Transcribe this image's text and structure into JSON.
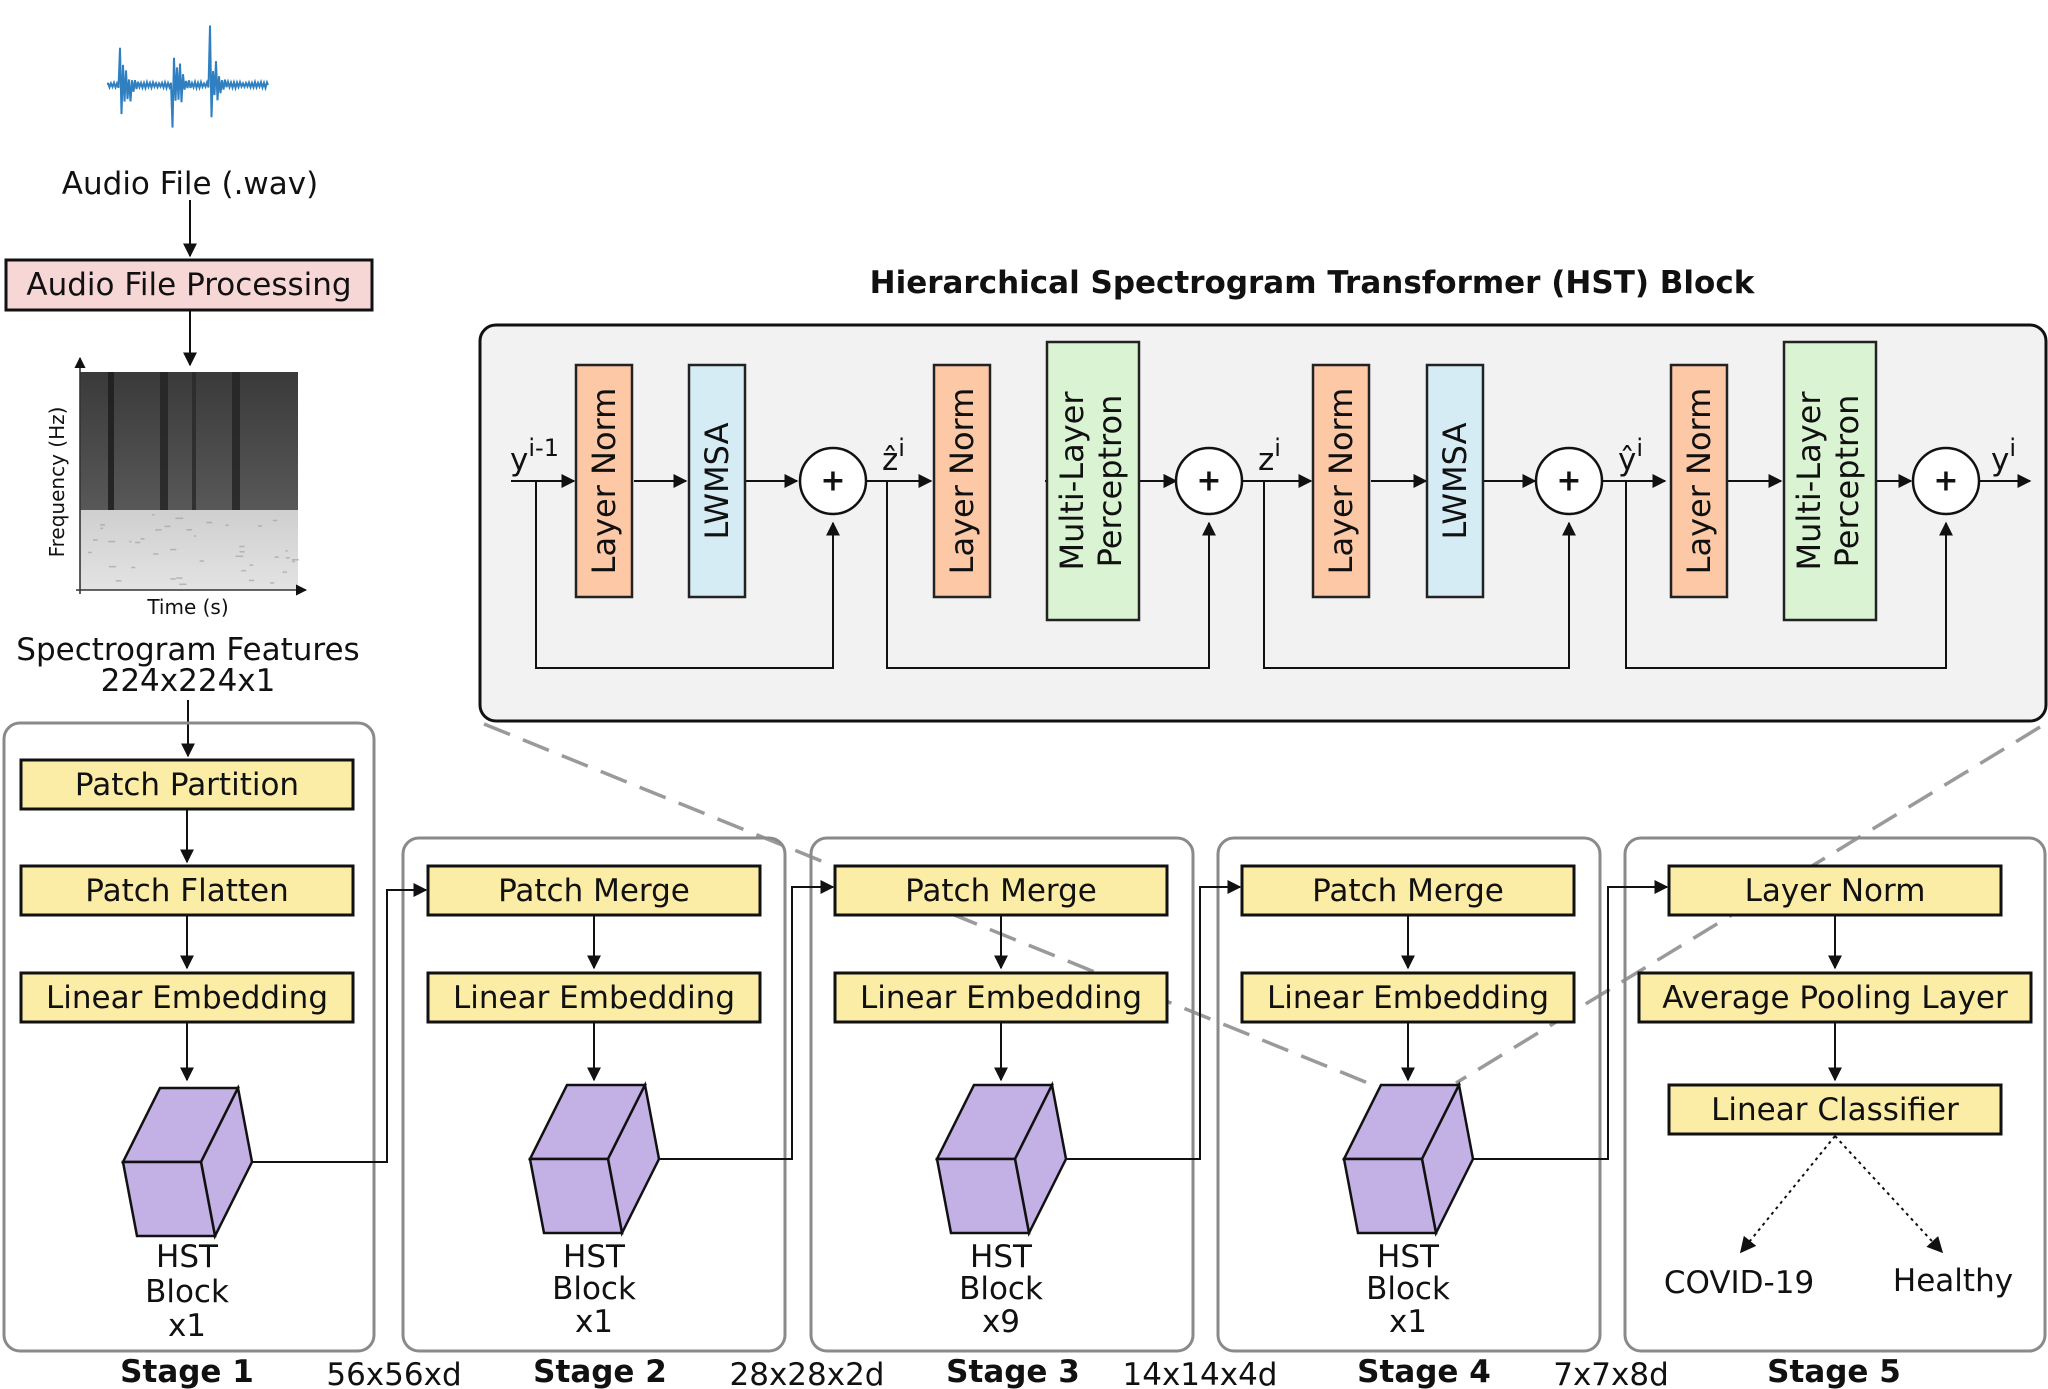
{
  "input": {
    "audio_label": "Audio File (.wav)",
    "processing_label": "Audio File Processing",
    "spectrogram_ylabel": "Frequency (Hz)",
    "spectrogram_xlabel": "Time (s)",
    "features_label": "Spectrogram Features",
    "features_dims": "224x224x1"
  },
  "hst_block": {
    "title": "Hierarchical Spectrogram Transformer (HST) Block",
    "layer_norm": "Layer Norm",
    "lwmsa": "LWMSA",
    "mlp_line1": "Multi-Layer",
    "mlp_line2": "Perceptron",
    "in_base": "y",
    "in_sup": "i-1",
    "z_hat_base": "ẑ",
    "z_base": "z",
    "y_hat_base": "ŷ",
    "out_base": "y",
    "sup_i": "i",
    "plus": "+"
  },
  "stages": [
    {
      "name": "Stage 1",
      "boxes": [
        "Patch Partition",
        "Patch Flatten",
        "Linear Embedding"
      ],
      "hst": [
        "HST",
        "Block",
        "x1"
      ],
      "dims_after": "56x56xd"
    },
    {
      "name": "Stage 2",
      "boxes": [
        "Patch Merge",
        "Linear Embedding"
      ],
      "hst": [
        "HST",
        "Block",
        "x1"
      ],
      "dims_after": "28x28x2d"
    },
    {
      "name": "Stage 3",
      "boxes": [
        "Patch Merge",
        "Linear Embedding"
      ],
      "hst": [
        "HST",
        "Block",
        "x9"
      ],
      "dims_after": "14x14x4d"
    },
    {
      "name": "Stage 4",
      "boxes": [
        "Patch Merge",
        "Linear Embedding"
      ],
      "hst": [
        "HST",
        "Block",
        "x1"
      ],
      "dims_after": "7x7x8d"
    },
    {
      "name": "Stage 5",
      "boxes": [
        "Layer Norm",
        "Average Pooling Layer",
        "Linear Classifier"
      ]
    }
  ],
  "outputs": [
    "COVID-19",
    "Healthy"
  ],
  "colors": {
    "processing_box": "#f6d7d6",
    "stage_box": "#fbeca6",
    "layer_norm": "#fcc8a6",
    "lwmsa": "#d6ecf5",
    "mlp": "#d9f3d3",
    "hst_cube": "#c3b1e6",
    "waveform": "#2f7fc1"
  }
}
